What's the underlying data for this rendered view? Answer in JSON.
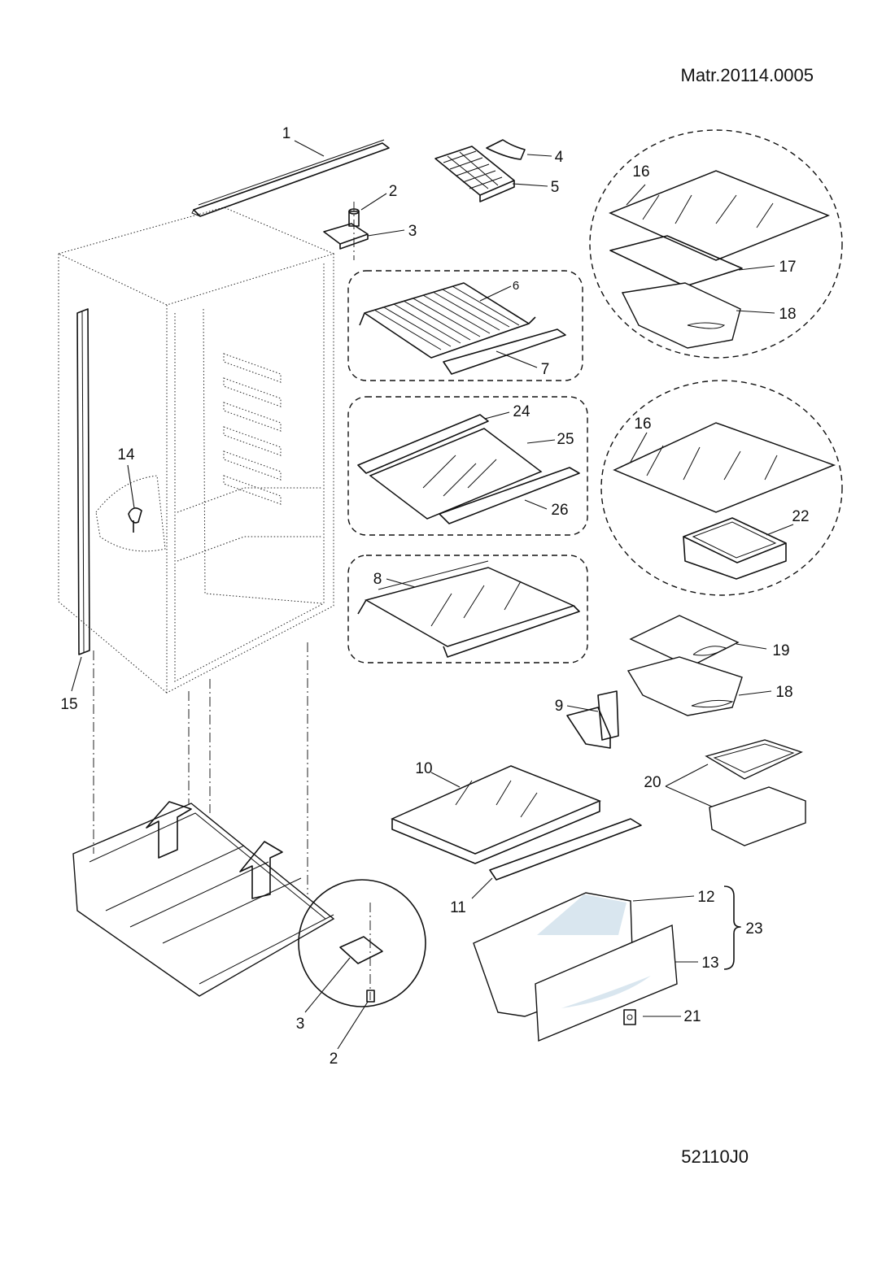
{
  "header": {
    "material_code": "Matr.20114.0005"
  },
  "footer": {
    "drawing_code": "52110J0"
  },
  "callouts": {
    "c1": "1",
    "c2": "2",
    "c3": "3",
    "c4": "4",
    "c5": "5",
    "c6": "6",
    "c7": "7",
    "c8": "8",
    "c9": "9",
    "c10": "10",
    "c11": "11",
    "c12": "12",
    "c13": "13",
    "c14": "14",
    "c15": "15",
    "c16a": "16",
    "c16b": "16",
    "c17": "17",
    "c18a": "18",
    "c18b": "18",
    "c19": "19",
    "c20": "20",
    "c21": "21",
    "c22": "22",
    "c23": "23",
    "c24": "24",
    "c25": "25",
    "c26": "26",
    "c2b": "2",
    "c3b": "3"
  }
}
